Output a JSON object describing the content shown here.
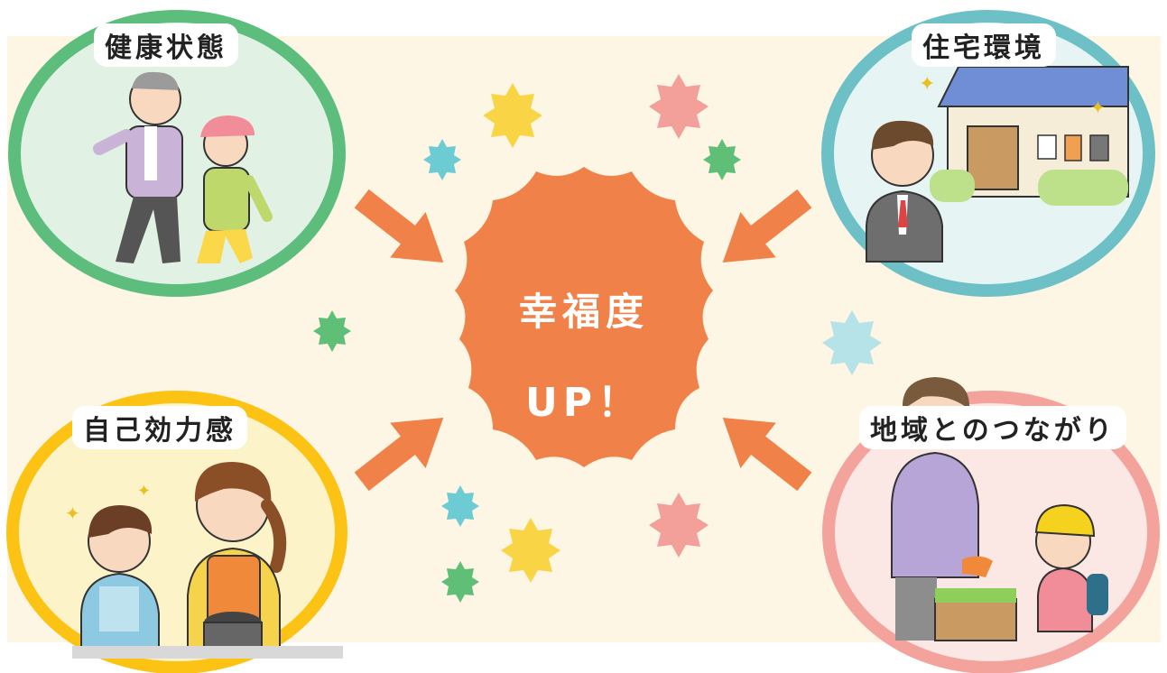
{
  "center": {
    "line1": "幸福度",
    "line2": "UP！"
  },
  "factors": {
    "health": "健康状態",
    "housing": "住宅環境",
    "efficacy": "自己効力感",
    "community": "地域とのつながり"
  },
  "colors": {
    "background": "#fdf6e4",
    "burst": "#f08249",
    "arrow": "#f08249",
    "health_ring": "#5cbd7c",
    "housing_ring": "#6cc0c6",
    "efficacy_ring": "#fcc315",
    "community_ring": "#f3a29c",
    "star_yellow": "#f9d545",
    "star_pink": "#f4a09a",
    "star_green": "#5fbf77",
    "star_teal": "#6ccbd3",
    "star_lightblue": "#b6e3e8"
  },
  "icons": {
    "health": "jogging-couple-icon",
    "housing": "house-man-icon",
    "efficacy": "cooking-mother-child-icon",
    "community": "neighbor-greeting-icon"
  }
}
